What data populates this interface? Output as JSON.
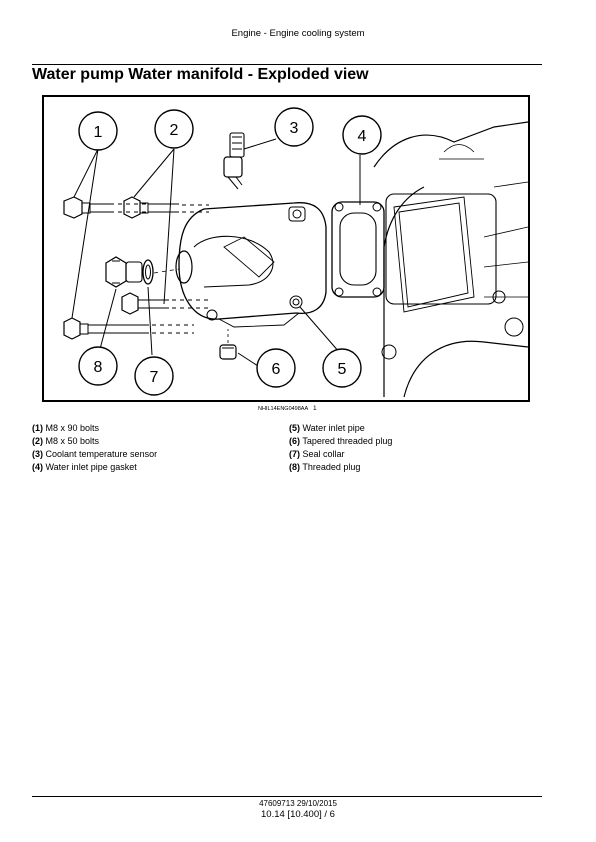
{
  "header": {
    "title": "Engine - Engine cooling system"
  },
  "page_title": "Water pump Water manifold - Exploded view",
  "figure": {
    "callouts": [
      "1",
      "2",
      "3",
      "4",
      "5",
      "6",
      "7",
      "8"
    ],
    "id": "NHIL14ENG0498AA",
    "number": "1"
  },
  "legend": {
    "left": [
      {
        "num": "(1)",
        "text": "M8 x 90 bolts"
      },
      {
        "num": "(2)",
        "text": "M8 x 50 bolts"
      },
      {
        "num": "(3)",
        "text": "Coolant temperature sensor"
      },
      {
        "num": "(4)",
        "text": "Water inlet pipe gasket"
      }
    ],
    "right": [
      {
        "num": "(5)",
        "text": "Water inlet pipe"
      },
      {
        "num": "(6)",
        "text": "Tapered threaded plug"
      },
      {
        "num": "(7)",
        "text": "Seal collar"
      },
      {
        "num": "(8)",
        "text": "Threaded plug"
      }
    ]
  },
  "footer": {
    "ref": "47609713 29/10/2015",
    "page": "10.14 [10.400] / 6"
  }
}
